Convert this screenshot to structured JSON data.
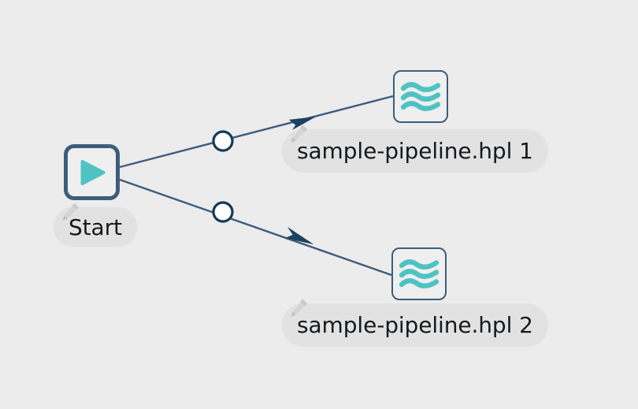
{
  "canvas": {
    "background_color": "#ececec",
    "edge_color": "#3d5d7c",
    "arrow_color": "#1c4263",
    "accent_color": "#4fc3c3",
    "node_border_color": "#3d5d7c",
    "node_fill_color": "#efefef",
    "label_fill_color": "#e2e2e2",
    "label_text_color": "#16191c",
    "hop_circle_fill": "#ffffff",
    "hop_circle_stroke": "#123a5a"
  },
  "nodes": [
    {
      "id": "start",
      "label": "Start",
      "icon": "play-icon",
      "edit_icon": "pencil-icon"
    },
    {
      "id": "pipeline-1",
      "label": "sample-pipeline.hpl 1",
      "icon": "pipeline-waves-icon",
      "edit_icon": "pencil-icon"
    },
    {
      "id": "pipeline-2",
      "label": "sample-pipeline.hpl 2",
      "icon": "pipeline-waves-icon",
      "edit_icon": "pencil-icon"
    }
  ],
  "edges": [
    {
      "id": "hop-start-to-pipeline-1",
      "from": "start",
      "to": "pipeline-1",
      "hop_icon": "hop-circle-icon",
      "arrow_icon": "arrow-head-icon"
    },
    {
      "id": "hop-start-to-pipeline-2",
      "from": "start",
      "to": "pipeline-2",
      "hop_icon": "hop-circle-icon",
      "arrow_icon": "arrow-head-icon"
    }
  ]
}
